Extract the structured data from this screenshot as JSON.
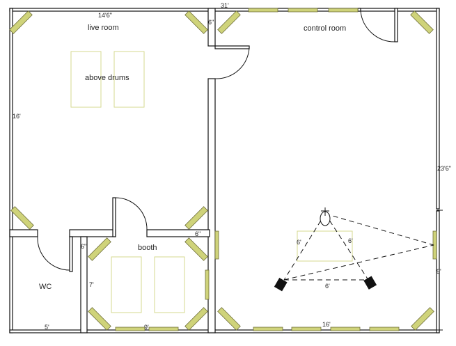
{
  "rooms": {
    "live_room": "live room",
    "control_room": "control room",
    "booth": "booth",
    "wc": "WC"
  },
  "annotations": {
    "above_drums": "above drums"
  },
  "dimensions": {
    "total_width": "31'",
    "live_room_width": "14'6\"",
    "live_room_depth": "16'",
    "control_room_depth": "23'6\"",
    "control_room_width": "16'",
    "booth_width": "9'",
    "booth_depth": "7'",
    "wc_width": "5'",
    "wall_thickness_top": "6\"",
    "wall_thickness_booth": "6\"",
    "wall_thickness_wc": "6\"",
    "listening_side_left": "6'",
    "listening_side_right": "6'",
    "listening_base": "6'",
    "rear_offset": "9'"
  },
  "colors": {
    "wall": "#111111",
    "absorber_panel": "#cfd37a",
    "ceiling_cloud": "#d6d98f",
    "speaker": "#111111"
  }
}
